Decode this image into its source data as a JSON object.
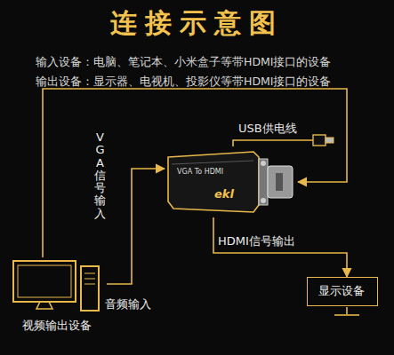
{
  "diagram": {
    "title": "连接示意图",
    "nodes": [
      {
        "text": [
          "视频输出设备"
        ]
      },
      {
        "text": [
          "VGA To HDMI",
          "ekl"
        ]
      },
      {
        "text": [
          "显示设备"
        ]
      }
    ],
    "edges": [
      {
        "from": 0,
        "to": 1,
        "arrow": "to",
        "label": "VGA信号输入"
      },
      {
        "from": 0,
        "to": 1,
        "arrow": "to",
        "label": "音频输入"
      },
      {
        "from": 1,
        "to": 2,
        "arrow": "to",
        "label": "HDMI信号输出"
      }
    ],
    "labels": [
      "输入设备：电脑、笔记本、小米盒子等带HDMI接口的设备",
      "输出设备：显示器、电视机、投影仪等带HDMI接口的设备",
      "USB供电线"
    ]
  }
}
